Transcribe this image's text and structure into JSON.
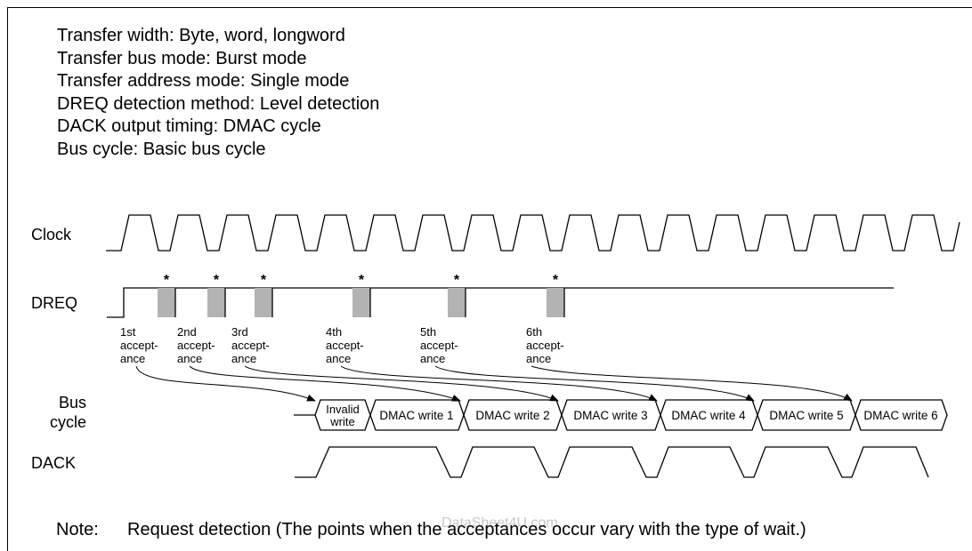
{
  "conditions": [
    "Transfer width: Byte, word, longword",
    "Transfer bus mode: Burst mode",
    "Transfer address mode: Single mode",
    "DREQ detection method: Level detection",
    "DACK output timing: DMAC cycle",
    "Bus cycle: Basic bus cycle"
  ],
  "signals": {
    "clock": "Clock",
    "dreq": "DREQ",
    "bus_cycle_line1": "Bus",
    "bus_cycle_line2": "cycle",
    "dack": "DACK"
  },
  "detection_marker": "*",
  "acceptances": [
    {
      "lines": [
        "1st",
        "accept-",
        "ance"
      ]
    },
    {
      "lines": [
        "2nd",
        "accept-",
        "ance"
      ]
    },
    {
      "lines": [
        "3rd",
        "accept-",
        "ance"
      ]
    },
    {
      "lines": [
        "4th",
        "accept-",
        "ance"
      ]
    },
    {
      "lines": [
        "5th",
        "accept-",
        "ance"
      ]
    },
    {
      "lines": [
        "6th",
        "accept-",
        "ance"
      ]
    }
  ],
  "bus_cycles": [
    {
      "lines": [
        "Invalid",
        "write"
      ]
    },
    {
      "lines": [
        "DMAC write 1"
      ]
    },
    {
      "lines": [
        "DMAC write 2"
      ]
    },
    {
      "lines": [
        "DMAC write 3"
      ]
    },
    {
      "lines": [
        "DMAC write 4"
      ]
    },
    {
      "lines": [
        "DMAC write 5"
      ]
    },
    {
      "lines": [
        "DMAC write 6"
      ]
    }
  ],
  "note": {
    "label": "Note:",
    "text": "Request detection (The points when the acceptances occur vary with the type of wait.)"
  },
  "watermark": "DataSheet4U.com",
  "colors": {
    "detect_fill": "#b3b3b3",
    "line": "#000000",
    "watermark": "#c8c8c8"
  }
}
